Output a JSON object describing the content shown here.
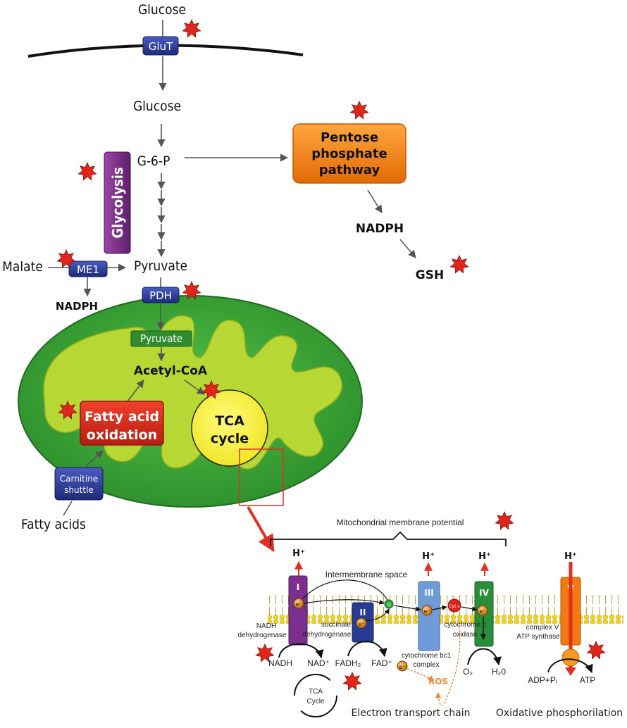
{
  "top": {
    "glucose_out": "Glucose",
    "glut": "GluT",
    "glucose_in": "Glucose",
    "g6p": "G-6-P",
    "glycolysis": "Glycolysis",
    "pyruvate": "Pyruvate",
    "malate": "Malate",
    "me1": "ME1",
    "nadph_me1": "NADPH",
    "pdh": "PDH",
    "ppp_line1": "Pentose",
    "ppp_line2": "phosphate",
    "ppp_line3": "pathway",
    "nadph_ppp": "NADPH",
    "gsh": "GSH"
  },
  "mito": {
    "pyruvate": "Pyruvate",
    "acetylcoa": "Acetyl-CoA",
    "fao_line1": "Fatty acid",
    "fao_line2": "oxidation",
    "tca_line1": "TCA",
    "tca_line2": "cycle",
    "carnitine_line1": "Carnitine",
    "carnitine_line2": "shuttle",
    "fatty_acids": "Fatty acids"
  },
  "etc": {
    "membrane_potential": "Mitochondrial membrane potential",
    "intermembrane": "Intermembrane space",
    "hplus": "H⁺",
    "complex_I": "I",
    "complex_II": "II",
    "complex_III": "III",
    "complex_IV": "IV",
    "complex_V": "V",
    "nadh_dh_1": "NADH",
    "nadh_dh_2": "dehydrogenase",
    "succ_dh_1": "succinate",
    "succ_dh_2": "dehydrogenase",
    "cyt_bc1_1": "cytochrome bc1",
    "cyt_bc1_2": "complex",
    "cyt_ox_1": "cytochrome c",
    "cyt_ox_2": "oxidase",
    "cplx5_1": "complex V",
    "cplx5_2": "ATP synthase",
    "q": "Q",
    "cytc": "Cyt c",
    "electron": "e⁻",
    "nadh": "NADH",
    "nad": "NAD⁺",
    "fadh2": "FADH₂",
    "fad": "FAD⁺",
    "o2": "O₂",
    "h2o": "H₂0",
    "adp": "ADP+Pᵢ",
    "atp": "ATP",
    "ros": "ROS",
    "tca_1": "TCA",
    "tca_2": "Cycle",
    "etc_title": "Electron transport chain",
    "oxphos_title": "Oxidative phosphorilation"
  },
  "colors": {
    "star": "#e0261b",
    "transporter": "#2f3f9a",
    "glycolysis": "#7a2a86",
    "ppp": "#f07f13",
    "mito_outer": "#3aa53a",
    "mito_inner": "#b4d635",
    "fao": "#d9261c",
    "tca": "#f5ee1e",
    "complex_I": "#7b2f8f",
    "complex_II": "#283c96",
    "complex_III": "#6f9bd8",
    "complex_IV": "#2a8d3a",
    "complex_V": "#f27a12",
    "membrane_head": "#e8c92a"
  },
  "icons": [
    "star-marker-icon",
    "electron-icon",
    "ubiquinone-icon",
    "cytochrome-c-icon",
    "zoom-box-icon"
  ]
}
